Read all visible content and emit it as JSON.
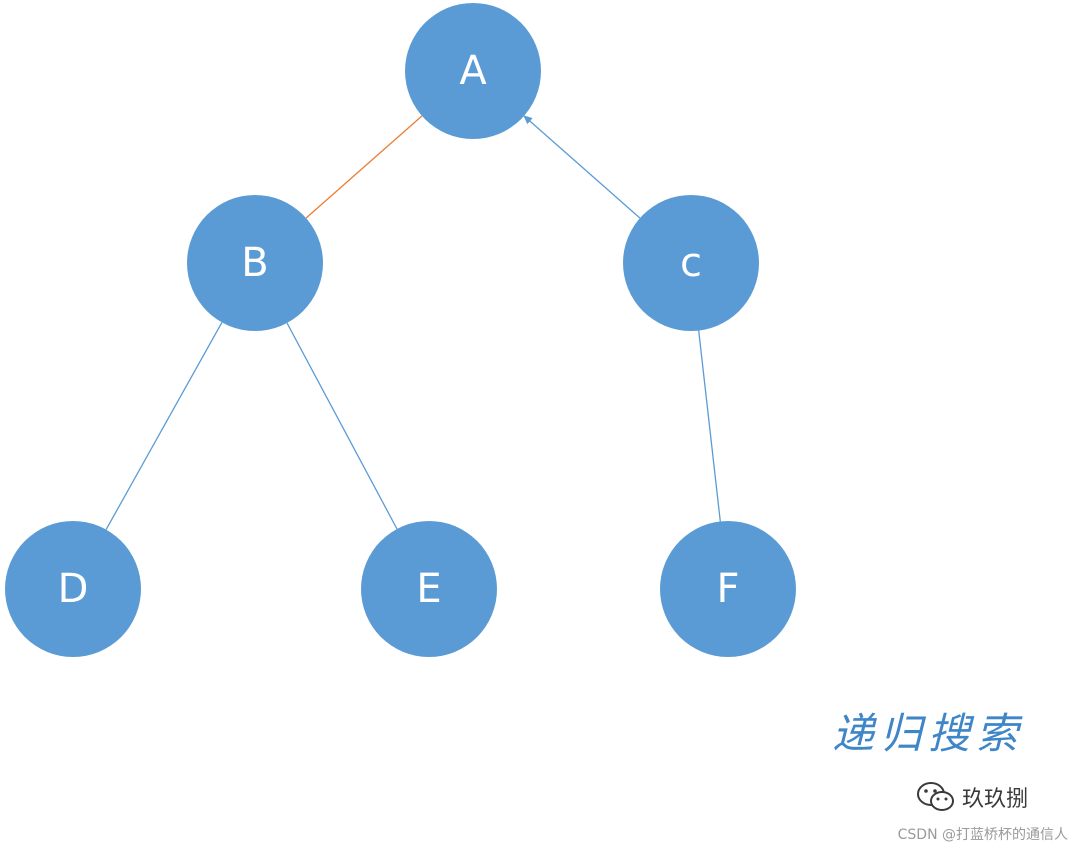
{
  "diagram": {
    "nodes": [
      {
        "id": "A",
        "label": "A"
      },
      {
        "id": "B",
        "label": "B"
      },
      {
        "id": "C",
        "label": "c"
      },
      {
        "id": "D",
        "label": "D"
      },
      {
        "id": "E",
        "label": "E"
      },
      {
        "id": "F",
        "label": "F"
      }
    ],
    "edges": [
      {
        "from": "B",
        "to": "A",
        "color": "#ed7d31",
        "arrow": false
      },
      {
        "from": "C",
        "to": "A",
        "color": "#5b9bd5",
        "arrow": true
      },
      {
        "from": "B",
        "to": "D",
        "color": "#5b9bd5",
        "arrow": false
      },
      {
        "from": "B",
        "to": "E",
        "color": "#5b9bd5",
        "arrow": false
      },
      {
        "from": "C",
        "to": "F",
        "color": "#5b9bd5",
        "arrow": false
      }
    ],
    "node_color": "#5b9bd5",
    "label_color": "#ffffff"
  },
  "caption": "递归搜索",
  "brand": {
    "icon": "wechat-logo-icon",
    "name": "玖玖捌"
  },
  "watermark": "CSDN @打蓝桥杯的通信人"
}
